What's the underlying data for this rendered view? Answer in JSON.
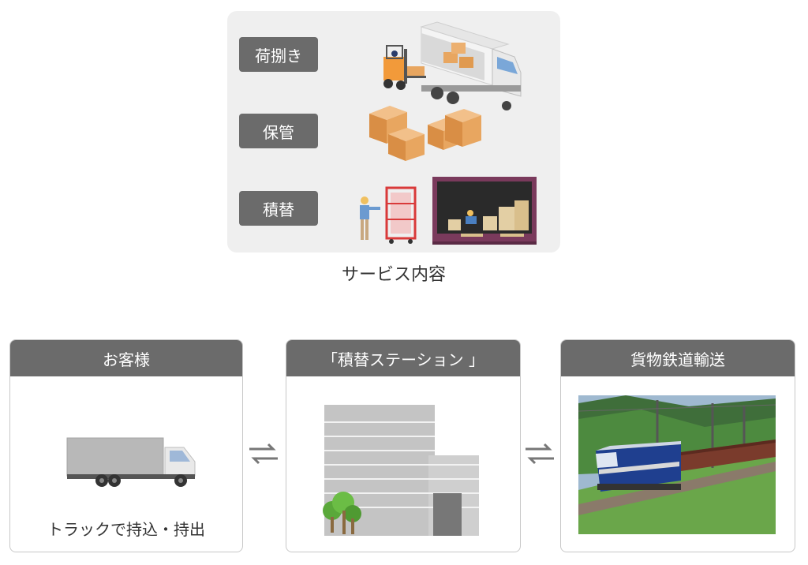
{
  "services": {
    "items": [
      {
        "label": "荷捌き",
        "icon": "forklift-truck-icon"
      },
      {
        "label": "保管",
        "icon": "cardboard-boxes-icon"
      },
      {
        "label": "積替",
        "icon": "worker-container-icon"
      }
    ],
    "caption": "サービス内容"
  },
  "flow": {
    "customer": {
      "title": "お客様",
      "caption": "トラックで持込・持出"
    },
    "station": {
      "title": "「積替ステーション 」"
    },
    "rail": {
      "title": "貨物鉄道輸送"
    }
  },
  "colors": {
    "panel_bg": "#efefef",
    "tag_bg": "#6b6b6b",
    "header_bg": "#6b6b6b",
    "box_orange": "#e8a660",
    "forklift_orange": "#f29a3a",
    "container_purple": "#7a3a5c",
    "cart_red": "#d93a3a",
    "train_blue": "#1f3f8f"
  }
}
